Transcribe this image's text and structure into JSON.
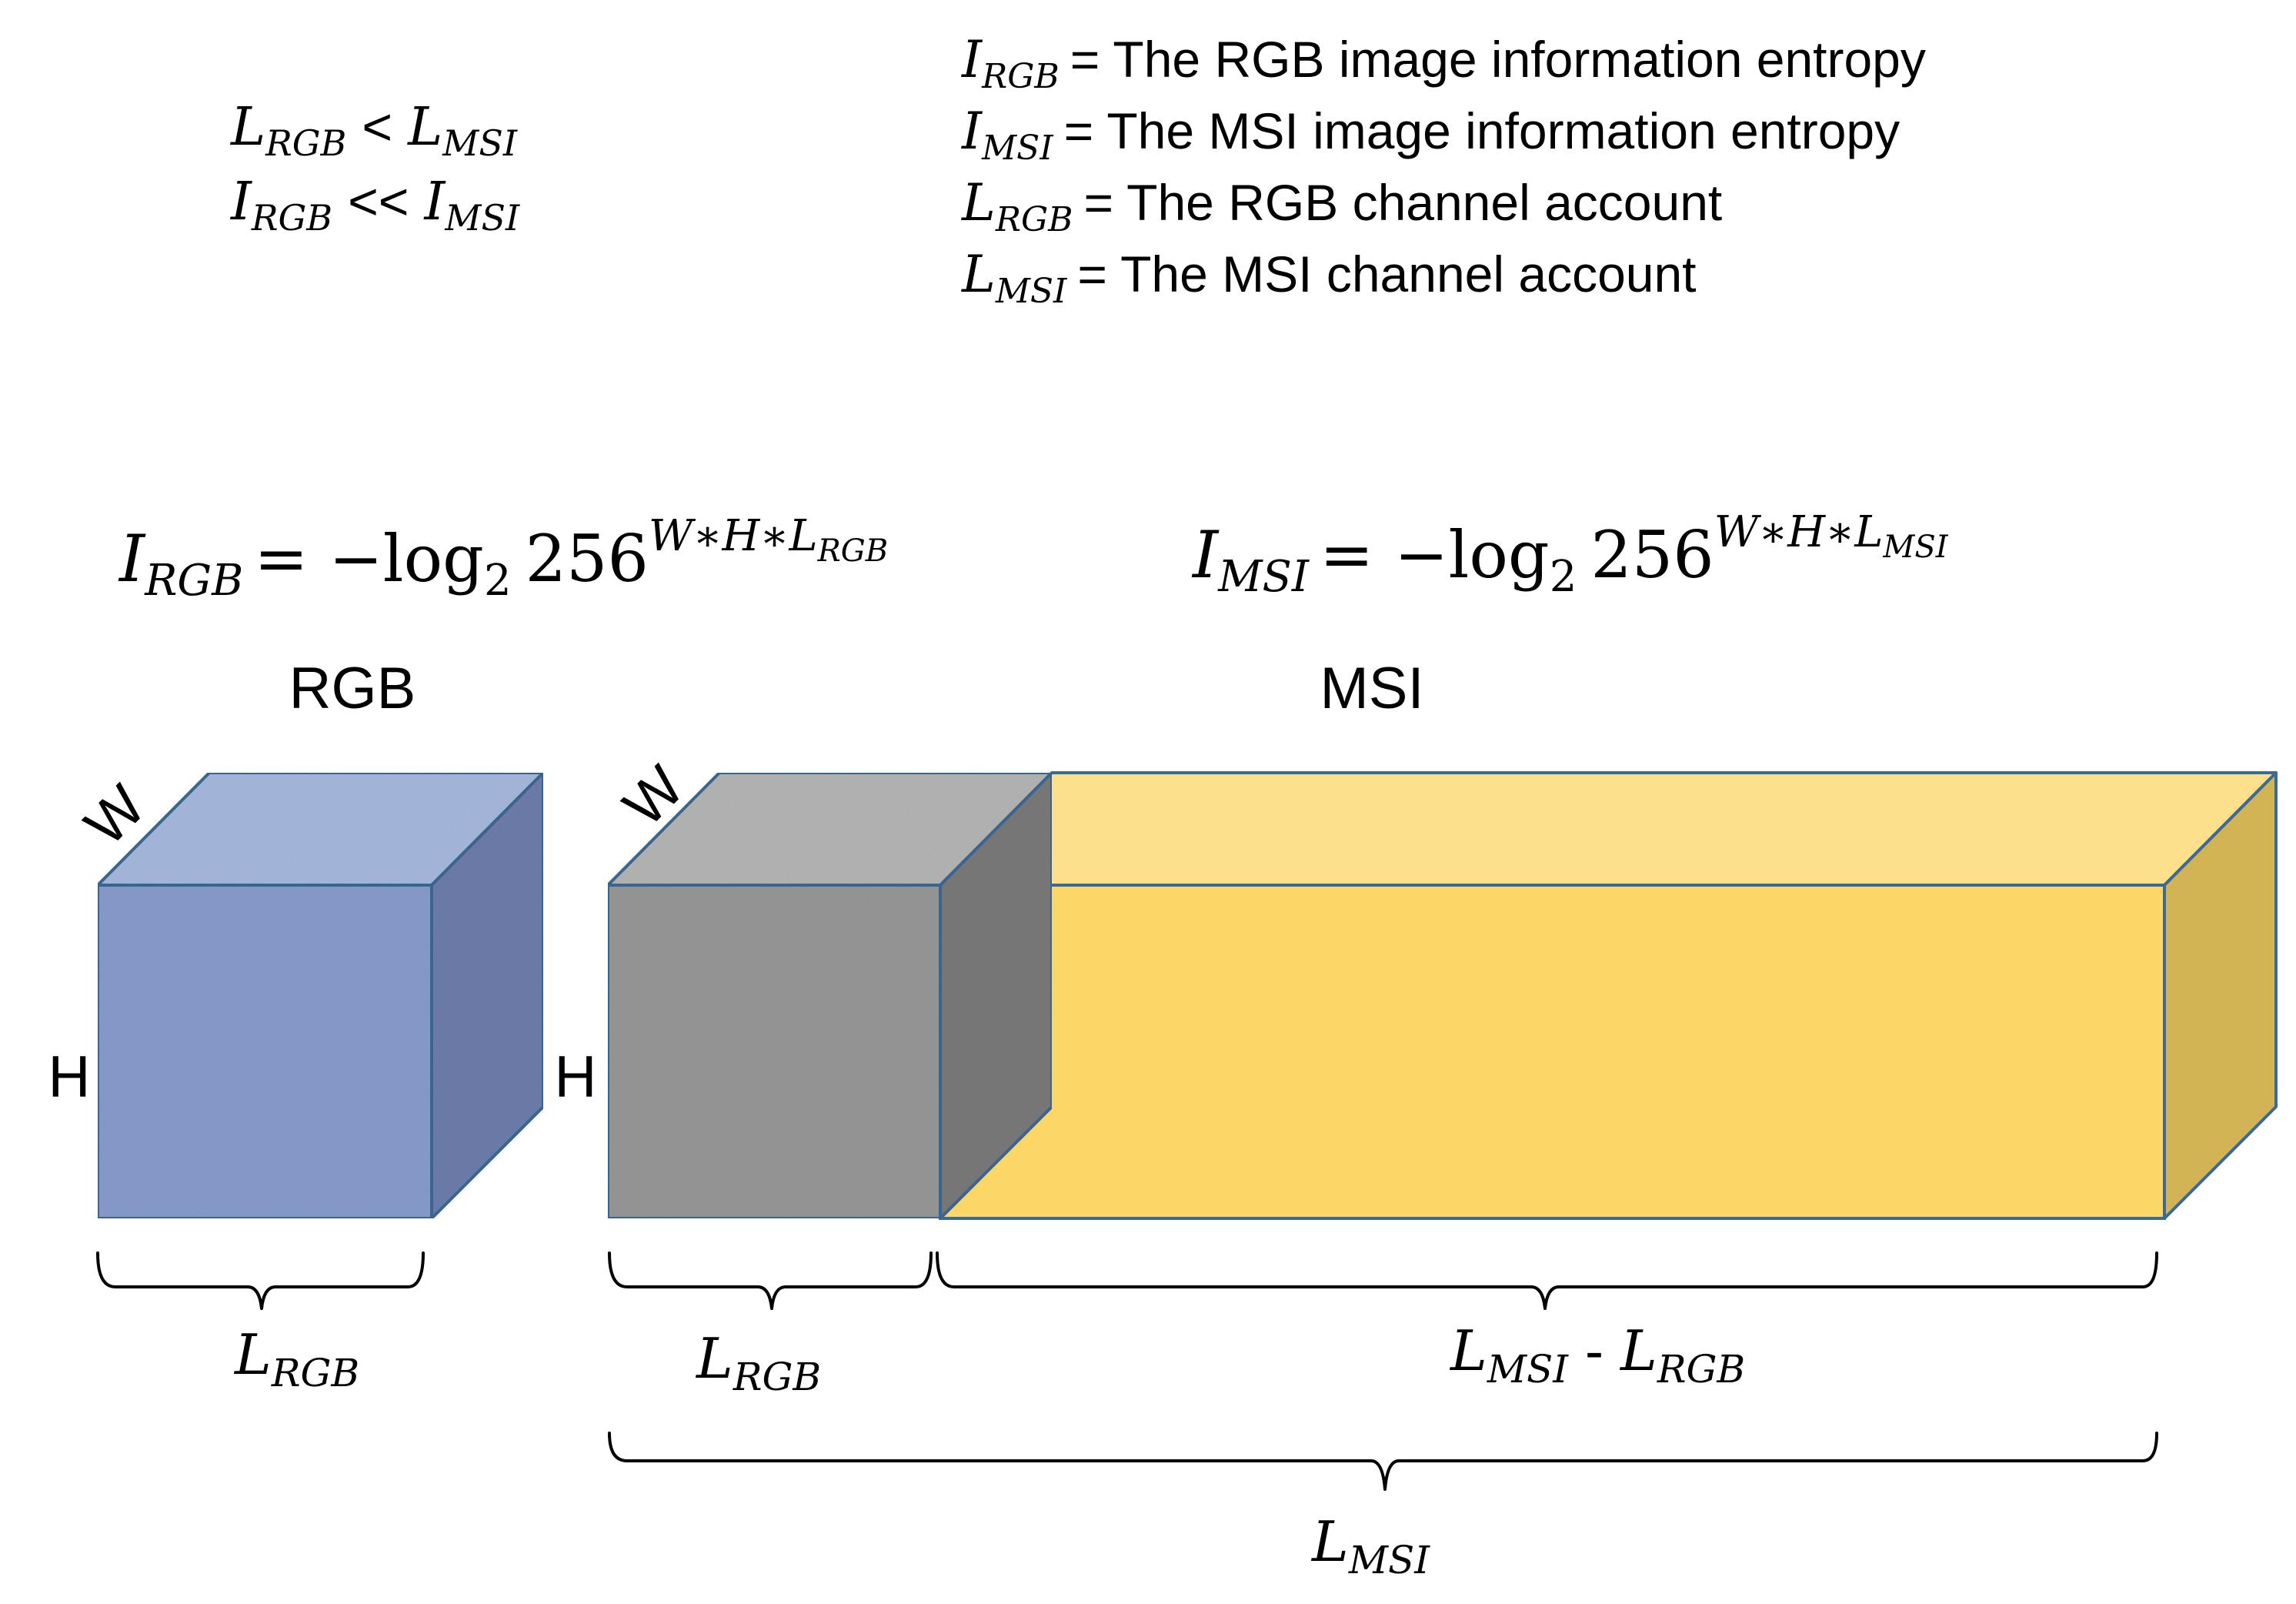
{
  "relations": {
    "line1": {
      "lhs": "L",
      "lhs_sub": "RGB",
      "op": "<",
      "rhs": "L",
      "rhs_sub": "MSI"
    },
    "line2": {
      "lhs": "I",
      "lhs_sub": "RGB",
      "op": "<<",
      "rhs": "I",
      "rhs_sub": "MSI"
    }
  },
  "definitions": [
    {
      "sym": "I",
      "sub": "RGB",
      "text": "= The RGB image information entropy"
    },
    {
      "sym": "I",
      "sub": "MSI",
      "text": "= The MSI image information entropy"
    },
    {
      "sym": "L",
      "sub": "RGB",
      "text": "= The RGB channel account"
    },
    {
      "sym": "L",
      "sub": "MSI",
      "text": "= The MSI channel account"
    }
  ],
  "formulas": {
    "rgb": {
      "sym": "I",
      "sub": "RGB",
      "eq": "= −log",
      "log_sub": "2",
      "base": "256",
      "exp": "W∗H∗L",
      "exp_sub": "RGB"
    },
    "msi": {
      "sym": "I",
      "sub": "MSI",
      "eq": "= −log",
      "log_sub": "2",
      "base": "256",
      "exp": "W∗H∗L",
      "exp_sub": "MSI"
    }
  },
  "labels": {
    "rgb_title": "RGB",
    "msi_title": "MSI",
    "w": "W",
    "h": "H"
  },
  "braces": {
    "rgb_width": {
      "sym": "L",
      "sub": "RGB"
    },
    "msi_rgb_part": {
      "sym": "L",
      "sub": "RGB"
    },
    "msi_extra": {
      "sym1": "L",
      "sub1": "MSI",
      "op": "-",
      "sym2": "L",
      "sub2": "RGB"
    },
    "msi_total": {
      "sym": "L",
      "sub": "MSI"
    }
  },
  "colors": {
    "rgb_front": "#8a9fd0",
    "rgb_top": "#a9bbe0",
    "rgb_side": "#6f80ad",
    "gray_front": "#9a9a9a",
    "gray_top": "#b8b8b8",
    "gray_side": "#7c7c7c",
    "yellow_front": "#fcd667",
    "yellow_top": "#fde08c",
    "yellow_side": "#d3b455",
    "edge": "#3c6a96"
  }
}
